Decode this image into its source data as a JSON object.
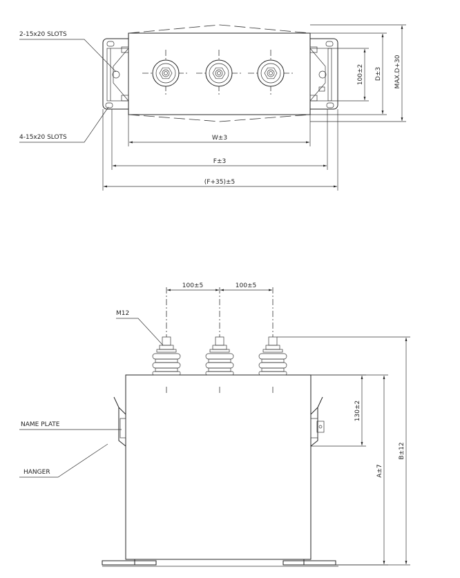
{
  "top_view": {
    "slots_top_label": "2-15x20 SLOTS",
    "slots_bottom_label": "4-15x20 SLOTS",
    "dim_w": "W±3",
    "dim_f": "F±3",
    "dim_f35": "(F+35)±5",
    "dim_100": "100±2",
    "dim_d": "D±3",
    "dim_maxd": "MAX.D+30"
  },
  "side_view": {
    "pitch_left": "100±5",
    "pitch_right": "100±5",
    "thread_label": "M12",
    "nameplate_label": "NAME PLATE",
    "hanger_label": "HANGER",
    "dim_130": "130±2",
    "dim_a": "A±7",
    "dim_b": "B±12"
  }
}
